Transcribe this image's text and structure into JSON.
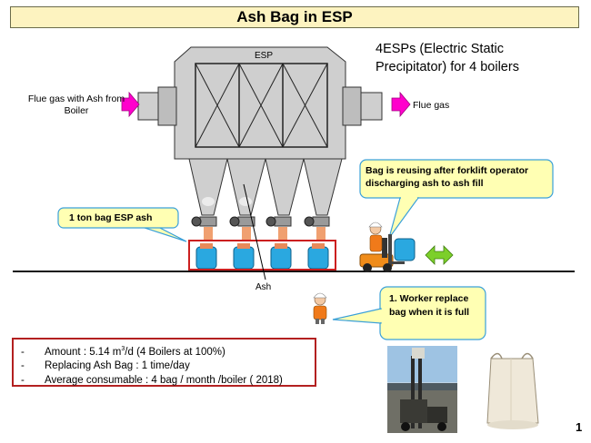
{
  "title": "Ash Bag in ESP",
  "headline": "4ESPs (Electric Static Precipitator) for 4 boilers",
  "esp_label": "ESP",
  "inlet_label": "Flue gas with Ash from Boiler",
  "outlet_label": "Flue gas",
  "ash_label": "Ash",
  "callouts": {
    "bag": "1 ton bag ESP ash",
    "forklift": "Bag is reusing after forklift operator discharging ash to ash fill",
    "worker": "1. Worker replace bag when it is full"
  },
  "summary": {
    "amount_prefix": "Amount : 5.14 m",
    "amount_sup": "3",
    "amount_suffix": "/d (4 Boilers at 100%)",
    "replacing": "Replacing Ash Bag : 1 time/day",
    "consumable": "Average consumable : 4 bag / month /boiler ( 2018)"
  },
  "page_number": "1",
  "colors": {
    "title_bg": "#fdf3c0",
    "callout_fill": "#ffffb3",
    "callout_border": "#3aa0d9",
    "arrow_magenta": "#ff00cc",
    "arrow_green": "#7ccf2a",
    "box_red": "#b32020",
    "esp_gray": "#cfcfcf"
  },
  "icons": [
    "worker-icon",
    "forklift-icon",
    "ash-bag-icon",
    "forklift-photo",
    "jumbo-bag-photo"
  ]
}
